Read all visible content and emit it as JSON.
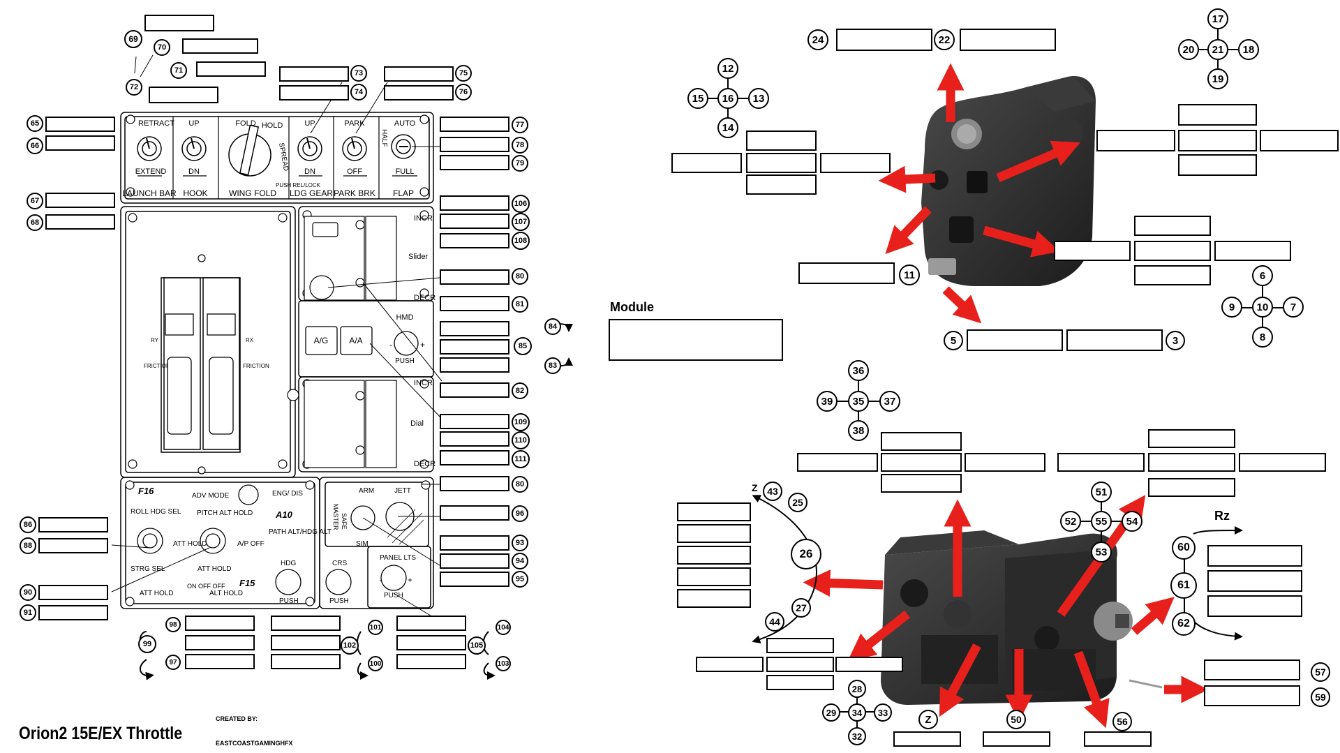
{
  "title": "Orion2 15E/EX Throttle",
  "credit_label": "CREATED BY:",
  "credit_name": "EASTCOASTGAMINGHFX",
  "module_label": "Module",
  "rz_label": "Rz",
  "z_label": "Z",
  "z_arc_label": "Z",
  "colors": {
    "arrow": "#e8201c",
    "ink": "#000000",
    "device": "#2a2a2a"
  },
  "panel": {
    "switch_top_labels": [
      "RETRACT",
      "UP",
      "FOLD",
      "HOLD",
      "SPREAD",
      "UP",
      "PARK",
      "AUTO",
      "HALF"
    ],
    "switch_bottom_labels": [
      "EXTEND",
      "DN",
      "DN",
      "OFF",
      "FULL"
    ],
    "switch_names": [
      "LAUNCH BAR",
      "HOOK",
      "WING FOLD",
      "LDG GEAR",
      "PARK BRK",
      "FLAP"
    ],
    "wing_fold_push": "PUSH REL/LOCK",
    "slider": {
      "incr": "INCR",
      "name": "Slider",
      "decr": "DECR"
    },
    "dial": {
      "incr": "INCR",
      "name": "Dial",
      "decr": "DECR"
    },
    "buttons": [
      "A/G",
      "A/A"
    ],
    "hmd": {
      "label": "HMD",
      "push": "PUSH",
      "minus": "-",
      "plus": "+"
    },
    "friction": {
      "left_axis": "RY",
      "right_axis": "RX",
      "label": "FRICTION"
    },
    "ap": {
      "corner_f16": "F16",
      "corner_a10": "A10",
      "corner_f15": "F15",
      "adv_mode": "ADV MODE",
      "eng_dis": "ENG/ DIS",
      "roll": "ROLL HDG SEL",
      "pitch": "PITCH ALT HOLD",
      "att_hold": "ATT HOLD",
      "ap_off": "A/P OFF",
      "path": "PATH ALT/HDG ALT",
      "strg_sel": "STRG SEL",
      "att_hold2": "ATT HOLD",
      "on_off": "ON OFF OFF",
      "att_hold3": "ATT HOLD",
      "alt_hold": "ALT HOLD",
      "hdg": "HDG",
      "crs": "CRS",
      "push": "PUSH",
      "master": "MASTER",
      "arm": "ARM",
      "safe": "SAFE",
      "sim": "SIM",
      "jett": "JETT",
      "panel_lts": "PANEL LTS",
      "minus": "-",
      "plus": "+"
    }
  },
  "callouts": {
    "left": [
      "69",
      "70",
      "71",
      "72",
      "73",
      "74",
      "75",
      "76",
      "65",
      "66",
      "77",
      "78",
      "79",
      "67",
      "68",
      "106",
      "107",
      "108",
      "80",
      "81",
      "84",
      "85",
      "83",
      "82",
      "109",
      "110",
      "111",
      "80",
      "96",
      "86",
      "88",
      "93",
      "94",
      "95",
      "90",
      "91",
      "98",
      "99",
      "97",
      "101",
      "102",
      "100",
      "104",
      "105",
      "103"
    ],
    "right_top": [
      "24",
      "22",
      "17",
      "20",
      "21",
      "18",
      "19",
      "12",
      "15",
      "16",
      "13",
      "14",
      "11",
      "6",
      "9",
      "10",
      "7",
      "8",
      "5",
      "3"
    ],
    "right_bottom": [
      "36",
      "39",
      "35",
      "37",
      "38",
      "43",
      "25",
      "26",
      "27",
      "44",
      "51",
      "52",
      "55",
      "54",
      "53",
      "60",
      "61",
      "62",
      "57",
      "59",
      "28",
      "29",
      "34",
      "33",
      "32",
      "50",
      "56"
    ]
  }
}
